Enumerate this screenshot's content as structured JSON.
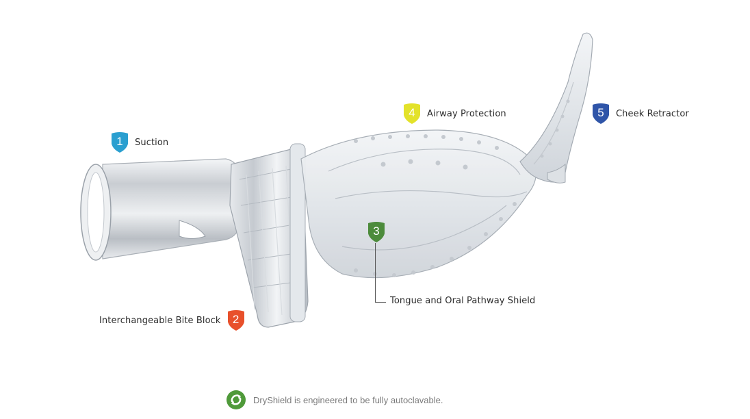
{
  "callouts": [
    {
      "number": "1",
      "label": "Suction",
      "color": "#2a9fd0"
    },
    {
      "number": "2",
      "label": "Interchangeable Bite Block",
      "color": "#e8502b"
    },
    {
      "number": "3",
      "label": "Tongue and Oral Pathway Shield",
      "color": "#4c8b3b"
    },
    {
      "number": "4",
      "label": "Airway Protection",
      "color": "#e3e22a"
    },
    {
      "number": "5",
      "label": "Cheek Retractor",
      "color": "#2f55a8"
    }
  ],
  "footer": {
    "text": "DryShield is engineered to be fully autoclavable.",
    "icon": "recycle-arrow-icon",
    "icon_color": "#4f9a3a"
  }
}
